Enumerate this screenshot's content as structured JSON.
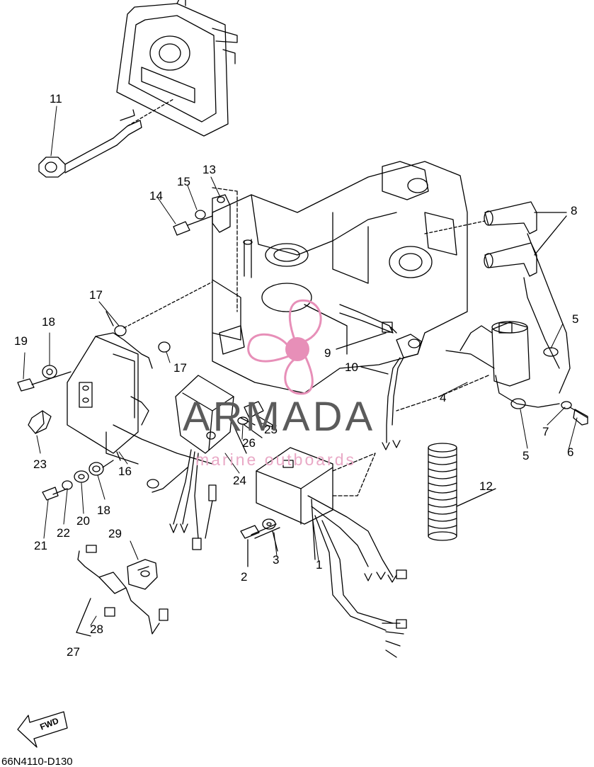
{
  "diagram": {
    "ref_code": "66N4110-D130",
    "direction_arrow_label": "FWD",
    "watermark": {
      "brand": "ARMADA",
      "tagline": "marine outboards",
      "logo_color": "#e78fb8",
      "text_color": "#5b5b5b"
    },
    "callouts": [
      {
        "id": "1",
        "text": "1"
      },
      {
        "id": "2",
        "text": "2"
      },
      {
        "id": "3",
        "text": "3"
      },
      {
        "id": "4",
        "text": "4"
      },
      {
        "id": "5a",
        "text": "5"
      },
      {
        "id": "5b",
        "text": "5"
      },
      {
        "id": "6",
        "text": "6"
      },
      {
        "id": "7",
        "text": "7"
      },
      {
        "id": "8",
        "text": "8"
      },
      {
        "id": "9",
        "text": "9"
      },
      {
        "id": "10",
        "text": "10"
      },
      {
        "id": "11",
        "text": "11"
      },
      {
        "id": "12",
        "text": "12"
      },
      {
        "id": "13",
        "text": "13"
      },
      {
        "id": "14",
        "text": "14"
      },
      {
        "id": "15",
        "text": "15"
      },
      {
        "id": "16",
        "text": "16"
      },
      {
        "id": "17a",
        "text": "17"
      },
      {
        "id": "17b",
        "text": "17"
      },
      {
        "id": "18a",
        "text": "18"
      },
      {
        "id": "18b",
        "text": "18"
      },
      {
        "id": "19",
        "text": "19"
      },
      {
        "id": "20",
        "text": "20"
      },
      {
        "id": "21",
        "text": "21"
      },
      {
        "id": "22",
        "text": "22"
      },
      {
        "id": "23",
        "text": "23"
      },
      {
        "id": "24",
        "text": "24"
      },
      {
        "id": "25",
        "text": "25"
      },
      {
        "id": "26",
        "text": "26"
      },
      {
        "id": "27",
        "text": "27"
      },
      {
        "id": "28",
        "text": "28"
      },
      {
        "id": "29",
        "text": "29"
      }
    ]
  }
}
